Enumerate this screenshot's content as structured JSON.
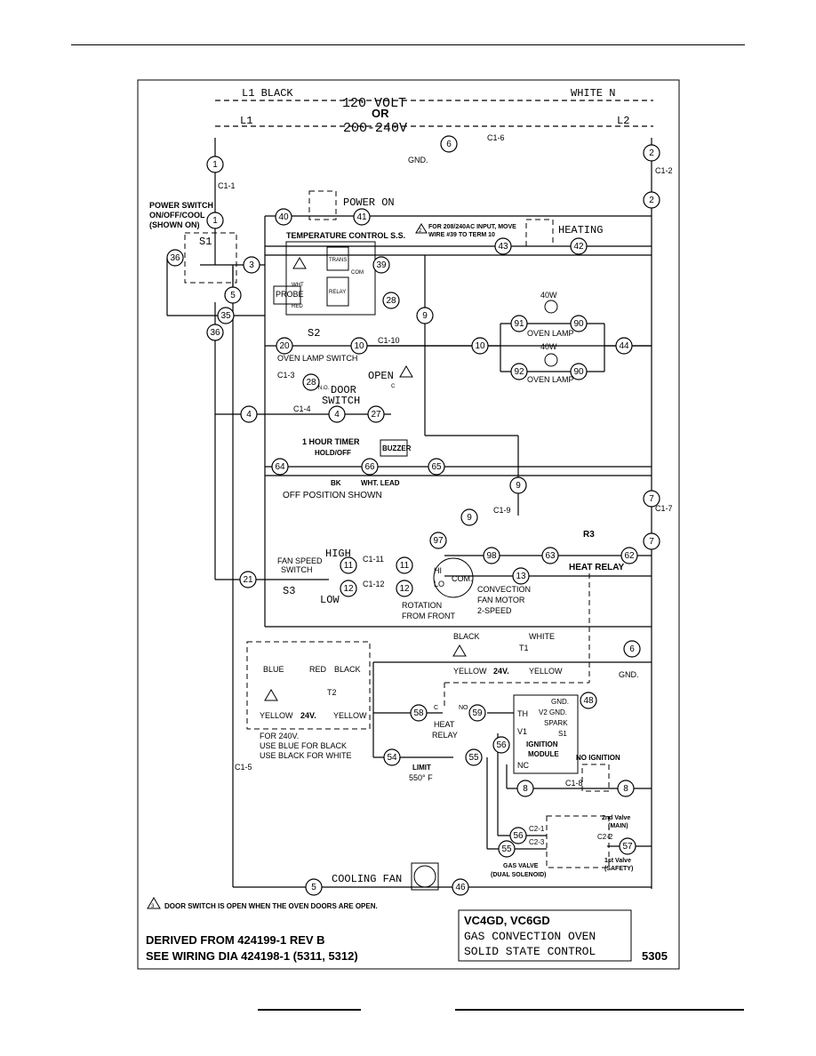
{
  "supply": {
    "l1_black": "L1 BLACK",
    "voltage_120": "120 VOLT",
    "white_n": "WHITE N",
    "or": "OR",
    "l1": "L1",
    "voltage_200": "200-240V",
    "l2": "L2"
  },
  "labels": {
    "gnd_top": "GND.",
    "gnd_right": "GND.",
    "c1_6": "C1-6",
    "c1_1": "C1-1",
    "c1_2": "C1-2",
    "power_switch": "POWER SWITCH",
    "power_switch_modes": "ON/OFF/COOL",
    "power_switch_shown": "(SHOWN ON)",
    "s1": "S1",
    "power_on": "POWER ON",
    "move_note_1": "FOR 208/240AC INPUT, MOVE",
    "move_note_2": "WIRE #39 TO TERM 10",
    "heating": "HEATING",
    "temp_control": "TEMPERATURE CONTROL S.S.",
    "probe": "PROBE",
    "wht": "WHT",
    "red": "RED",
    "trans": "TRANS",
    "relay": "RELAY",
    "com": "COM",
    "lamp_40w_a": "40W",
    "lamp_40w_b": "40W",
    "oven_lamp_a": "OVEN LAMP",
    "oven_lamp_b": "OVEN LAMP",
    "s2": "S2",
    "oven_lamp_switch": "OVEN LAMP SWITCH",
    "c1_10": "C1-10",
    "c1_3": "C1-3",
    "no": "N.O.",
    "c": "C",
    "open": "OPEN",
    "door": "DOOR",
    "switch": "SWITCH",
    "c1_4": "C1-4",
    "timer": "1 HOUR TIMER",
    "hold_off": "HOLD/OFF",
    "bk": "BK",
    "wht_lead": "WHT.  LEAD",
    "buzzer": "BUZZER",
    "off_position": "OFF POSITION SHOWN",
    "c1_9": "C1-9",
    "c1_7": "C1-7",
    "r3": "R3",
    "heat_relay": "HEAT RELAY",
    "fan_speed": "FAN SPEED",
    "fan_switch": "SWITCH",
    "high": "HIGH",
    "c1_11": "C1-11",
    "low": "LOW",
    "c1_12": "C1-12",
    "s3": "S3",
    "hi": "HI",
    "lo": "LO",
    "com_motor": "COM.",
    "rotation_1": "ROTATION",
    "rotation_2": "FROM FRONT",
    "motor_1": "CONVECTION",
    "motor_2": "FAN MOTOR",
    "motor_3": "2-SPEED",
    "t1_black": "BLACK",
    "t1_white": "WHITE",
    "t1": "T1",
    "t1_yellow_l": "YELLOW",
    "t1_24v": "24V.",
    "t1_yellow_r": "YELLOW",
    "t2_blue": "BLUE",
    "t2_red": "RED",
    "t2_black": "BLACK",
    "t2": "T2",
    "t2_yellow_l": "YELLOW",
    "t2_24v": "24V.",
    "t2_yellow_r": "YELLOW",
    "t2_note_1": "FOR 240V.",
    "t2_note_2": "USE BLUE FOR BLACK",
    "t2_note_3": "USE BLACK FOR WHITE",
    "relay_c": "C",
    "relay_no": "NO",
    "heat_relay_2a": "HEAT",
    "heat_relay_2b": "RELAY",
    "th": "TH",
    "v1": "V1",
    "nc": "NC",
    "gnd_mod": "GND.",
    "v2_gnd": "V2 GND.",
    "spark": "SPARK",
    "s1_mod": "S1",
    "ignition_1": "IGNITION",
    "ignition_2": "MODULE",
    "no_ignition": "NO IGNITION",
    "limit": "LIMIT",
    "limit_temp": "550° F",
    "c1_8": "C1-8",
    "c1_5": "C1-5",
    "c2_1": "C2-1",
    "c2_3": "C2-3",
    "c2_2": "C2-2",
    "valve_2nd_1": "2nd Valve",
    "valve_2nd_2": "(MAIN)",
    "valve_1st_1": "1st Valve",
    "valve_1st_2": "(SAFETY)",
    "gas_valve_1": "GAS VALVE",
    "gas_valve_2": "(DUAL SOLENOID)",
    "cooling_fan": "COOLING FAN",
    "door_note": "DOOR SWITCH IS OPEN WHEN THE OVEN DOORS ARE OPEN.",
    "derived": "DERIVED FROM 424199-1 REV B",
    "see_wiring": "SEE WIRING DIA 424198-1 (5311, 5312)",
    "title_model": "VC4GD, VC6GD",
    "title_1": "GAS CONVECTION OVEN",
    "title_2": "SOLID STATE CONTROL",
    "page_no": "5305",
    "tri_2": "2",
    "tri_3": "3",
    "tri_1": "1"
  },
  "nodes": [
    "1",
    "1",
    "2",
    "2",
    "6",
    "40",
    "41",
    "43",
    "42",
    "3",
    "5",
    "35",
    "36",
    "36",
    "28",
    "39",
    "9",
    "91",
    "90",
    "92",
    "90",
    "10",
    "10",
    "44",
    "20",
    "28",
    "4",
    "4",
    "27",
    "64",
    "66",
    "65",
    "9",
    "9",
    "97",
    "98",
    "63",
    "62",
    "7",
    "7",
    "11",
    "11",
    "12",
    "12",
    "21",
    "13",
    "6",
    "48",
    "58",
    "59",
    "56",
    "54",
    "55",
    "8",
    "8",
    "56",
    "55",
    "57",
    "5",
    "46"
  ]
}
